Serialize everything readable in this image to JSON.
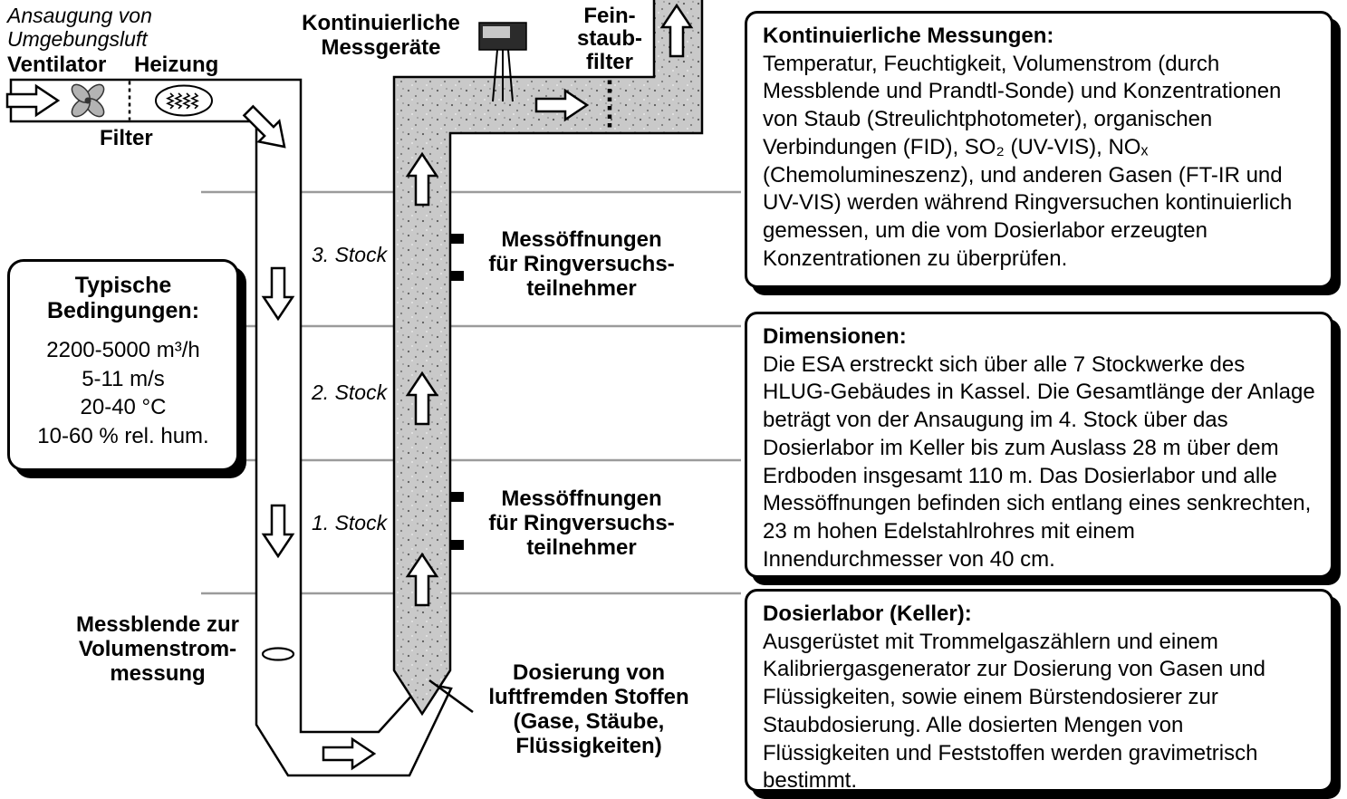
{
  "diagram": {
    "labels": {
      "intake": "Ansaugung von\nUmgebungsluft",
      "ventilator": "Ventilator",
      "heizung": "Heizung",
      "filter": "Filter",
      "continuous_devices": "Kontinuierliche\nMessgeräte",
      "fine_dust_filter": "Fein-\nstaub-\nfilter",
      "floor3": "3. Stock",
      "floor2": "2. Stock",
      "floor1": "1. Stock",
      "ports_upper": "Messöffnungen\nfür Ringversuchs-\nteilnehmer",
      "ports_lower": "Messöffnungen\nfür Ringversuchs-\nteilnehmer",
      "orifice": "Messblende zur\nVolumenstrom-\nmessung",
      "dosing": "Dosierung von\nluftfremden Stoffen\n(Gase, Stäube,\nFlüssigkeiten)"
    },
    "conditions_box": {
      "title": "Typische\nBedingungen:",
      "lines": [
        "2200-5000 m³/h",
        "5-11 m/s",
        "20-40 °C",
        "10-60 % rel. hum."
      ]
    },
    "icons": [
      "fan-icon",
      "heater-coil-icon",
      "filter-dashed-line",
      "measurement-device-icon",
      "fine-dust-filter-dotted-line",
      "orifice-plate-icon",
      "measurement-port-icon",
      "flow-arrow-icon"
    ]
  },
  "info_boxes": [
    {
      "title": "Kontinuierliche Messungen:",
      "body": "Temperatur, Feuchtigkeit, Volumenstrom (durch Messblende und Prandtl-Sonde) und Konzentrationen von Staub (Streulichtphotometer), organischen Verbindungen (FID), SO₂ (UV-VIS), NOₓ (Chemolumineszenz), und anderen Gasen (FT-IR und UV-VIS) werden während Ringversuchen kontinuierlich gemessen, um die vom Dosierlabor erzeugten Konzentrationen zu überprüfen."
    },
    {
      "title": "Dimensionen:",
      "body": "Die ESA erstreckt sich über alle 7 Stockwerke des HLUG-Gebäudes in Kassel. Die Gesamtlänge der Anlage beträgt von der Ansaugung im 4. Stock über das Dosierlabor im Keller bis zum Auslass 28 m über dem Erdboden insgesamt 110 m. Das Dosierlabor und alle Messöffnungen befinden sich entlang eines senkrechten, 23 m hohen Edelstahlrohres mit einem Innendurchmesser von 40 cm."
    },
    {
      "title": "Dosierlabor (Keller):",
      "body": "Ausgerüstet mit Trommelgaszählern und einem Kalibriergasgenerator zur Dosierung von Gasen und Flüssigkeiten, sowie einem Bürstendosierer zur Staubdosierung. Alle dosierten Mengen von Flüssigkeiten und Feststoffen werden gravimetrisch bestimmt."
    }
  ],
  "colors": {
    "duct_gray": "#c9c9c9",
    "floor_line_gray": "#9b9b9b",
    "outline": "#000000",
    "shadow": "#000000",
    "background": "#ffffff"
  }
}
